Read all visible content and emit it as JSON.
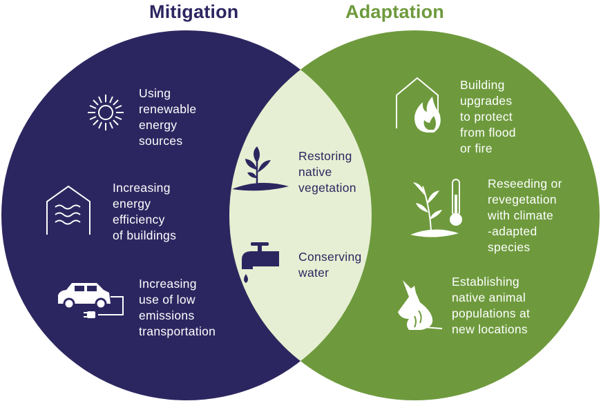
{
  "titles": {
    "left": "Mitigation",
    "right": "Adaptation"
  },
  "colors": {
    "mitigation": "#2c2660",
    "adaptation": "#6e9a3d",
    "overlap": "#e6efd3"
  },
  "mitigation": {
    "items": [
      {
        "icon": "sun-icon",
        "lines": [
          "Using",
          "renewable",
          "energy",
          "sources"
        ]
      },
      {
        "icon": "insulated-house-icon",
        "lines": [
          "Increasing",
          "energy",
          "efficiency",
          "of buildings"
        ]
      },
      {
        "icon": "electric-car-icon",
        "lines": [
          "Increasing",
          "use of low",
          "emissions",
          "transportation"
        ]
      }
    ]
  },
  "overlap": {
    "items": [
      {
        "icon": "seedling-icon",
        "lines": [
          "Restoring",
          "native",
          "vegetation"
        ]
      },
      {
        "icon": "water-tap-icon",
        "lines": [
          "Conserving",
          "water"
        ]
      }
    ]
  },
  "adaptation": {
    "items": [
      {
        "icon": "house-fire-icon",
        "lines": [
          "Building",
          "upgrades",
          "to protect",
          "from flood",
          "or fire"
        ]
      },
      {
        "icon": "plant-thermometer-icon",
        "lines": [
          "Reseeding or",
          "revegetation",
          "with climate",
          "-adapted",
          "species"
        ]
      },
      {
        "icon": "bandicoot-icon",
        "lines": [
          "Establishing",
          "native animal",
          "populations at",
          "new locations"
        ]
      }
    ]
  }
}
